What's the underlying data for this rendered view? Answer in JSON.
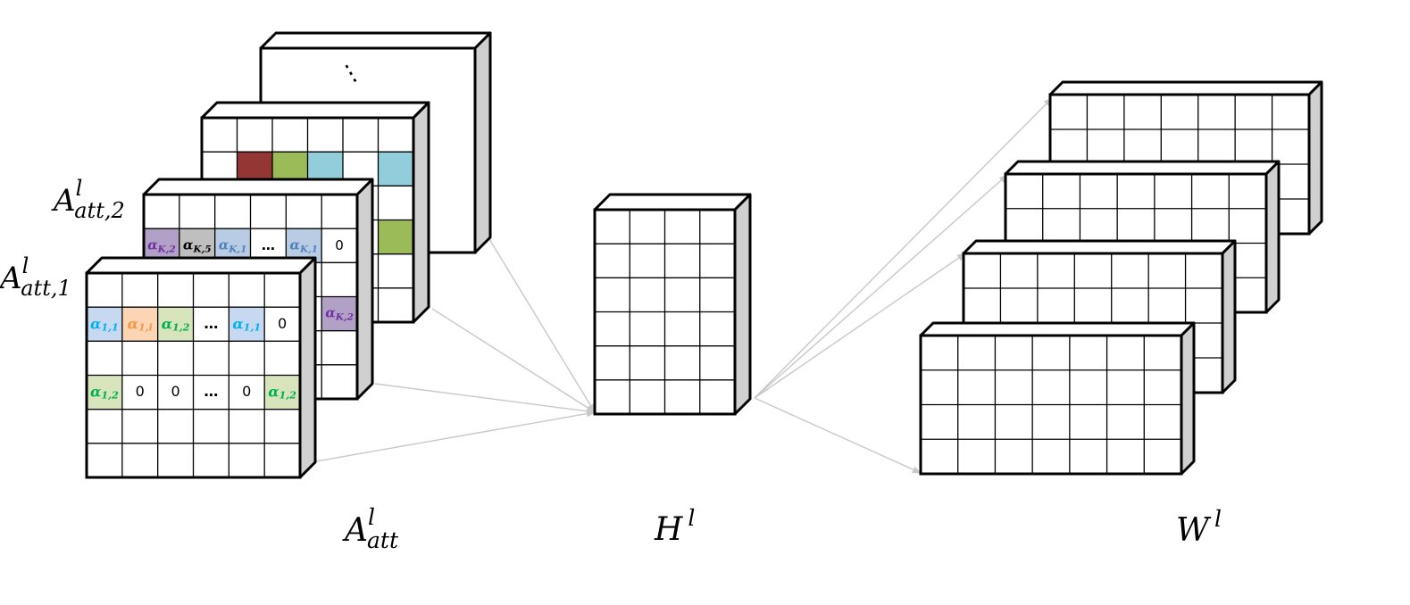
{
  "labels": {
    "a_att_2": {
      "base": "A",
      "sup": "l",
      "sub": "att,2"
    },
    "a_att_1": {
      "base": "A",
      "sup": "l",
      "sub": "att,1"
    },
    "a_att": {
      "base": "A",
      "sup": "l",
      "sub": "att"
    },
    "h": {
      "base": "H",
      "sup": "l"
    },
    "w": {
      "base": "W",
      "sup": "l"
    }
  },
  "ellipsis": "⋮",
  "colors": {
    "line": "#000000",
    "side_face": "#d0d0d0",
    "arrow": "#c8c8c8",
    "maroon": "#943634",
    "green": "#9bbb59",
    "teal": "#92cddc",
    "purple_fill": "#b2a1c7",
    "gray_fill": "#bfbfbf",
    "blue_fill": "#b8cce4",
    "light_blue_fill": "#c6d9f1",
    "peach_fill": "#fcd5b4",
    "light_green_fill": "#d7e4bc",
    "purple_text": "#7030a0",
    "black_text": "#000000",
    "blue_text": "#4f81bd",
    "cyan_text": "#00b0f0",
    "orange_text": "#f79646",
    "green_text": "#00b050"
  },
  "matrix_k": {
    "top_row_colors": [
      "",
      "maroon",
      "green",
      "teal",
      "",
      "teal",
      ""
    ],
    "right_cell_color": "green"
  },
  "matrix_2": {
    "row_cells": [
      {
        "sym": "α",
        "sub": "K,2",
        "fill": "purple_fill",
        "color": "purple_text"
      },
      {
        "sym": "α",
        "sub": "K,5",
        "fill": "gray_fill",
        "color": "black_text"
      },
      {
        "sym": "α",
        "sub": "K,1",
        "fill": "blue_fill",
        "color": "blue_text"
      },
      {
        "sym": "…",
        "sub": "",
        "fill": "",
        "color": "black_text"
      },
      {
        "sym": "α",
        "sub": "K,1",
        "fill": "blue_fill",
        "color": "blue_text"
      },
      {
        "sym": "0",
        "sub": "",
        "fill": "",
        "color": "black_text"
      }
    ],
    "side_cell": {
      "sym": "α",
      "sub": "K,2",
      "fill": "purple_fill",
      "color": "purple_text"
    }
  },
  "matrix_1": {
    "row_a": [
      {
        "sym": "α",
        "sub": "1,1",
        "fill": "light_blue_fill",
        "color": "cyan_text"
      },
      {
        "sym": "α",
        "sub": "1,i",
        "fill": "peach_fill",
        "color": "orange_text"
      },
      {
        "sym": "α",
        "sub": "1,2",
        "fill": "light_green_fill",
        "color": "green_text"
      },
      {
        "sym": "…",
        "sub": "",
        "fill": "",
        "color": "black_text"
      },
      {
        "sym": "α",
        "sub": "1,1",
        "fill": "light_blue_fill",
        "color": "cyan_text"
      },
      {
        "sym": "0",
        "sub": "",
        "fill": "",
        "color": "black_text"
      }
    ],
    "row_b": [
      {
        "sym": "α",
        "sub": "1,2",
        "fill": "light_green_fill",
        "color": "green_text"
      },
      {
        "sym": "0",
        "sub": "",
        "fill": "",
        "color": "black_text"
      },
      {
        "sym": "0",
        "sub": "",
        "fill": "",
        "color": "black_text"
      },
      {
        "sym": "…",
        "sub": "",
        "fill": "",
        "color": "black_text"
      },
      {
        "sym": "0",
        "sub": "",
        "fill": "",
        "color": "black_text"
      },
      {
        "sym": "α",
        "sub": "1,2",
        "fill": "light_green_fill",
        "color": "green_text"
      }
    ]
  }
}
